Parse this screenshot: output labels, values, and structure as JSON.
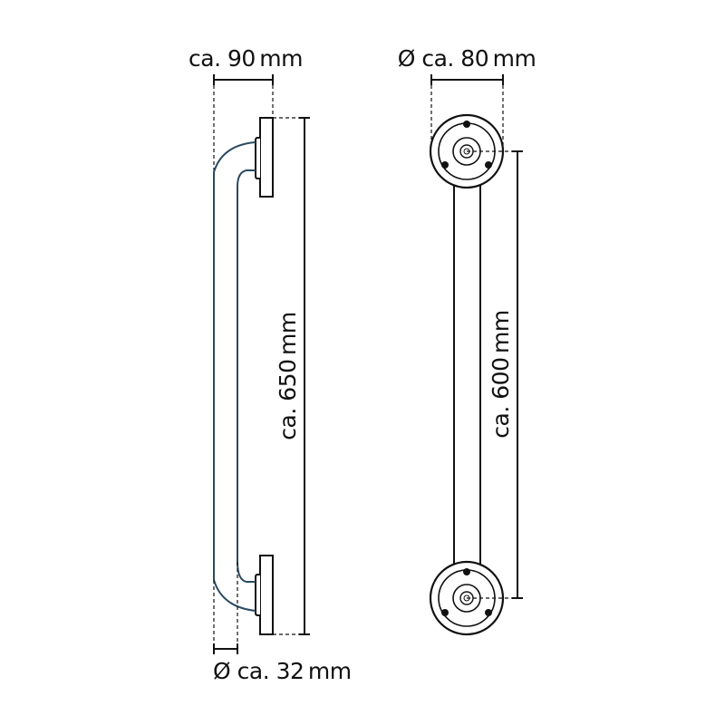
{
  "labels": {
    "depth": "ca. 90 mm",
    "tube_diameter": "Ø ca. 32 mm",
    "total_length": "ca. 650 mm",
    "rose_diameter": "Ø ca. 80 mm",
    "hole_spacing": "ca. 600 mm"
  },
  "colors": {
    "tube": "#2b4a60",
    "outline": "#111111",
    "dimension": "#111111"
  }
}
